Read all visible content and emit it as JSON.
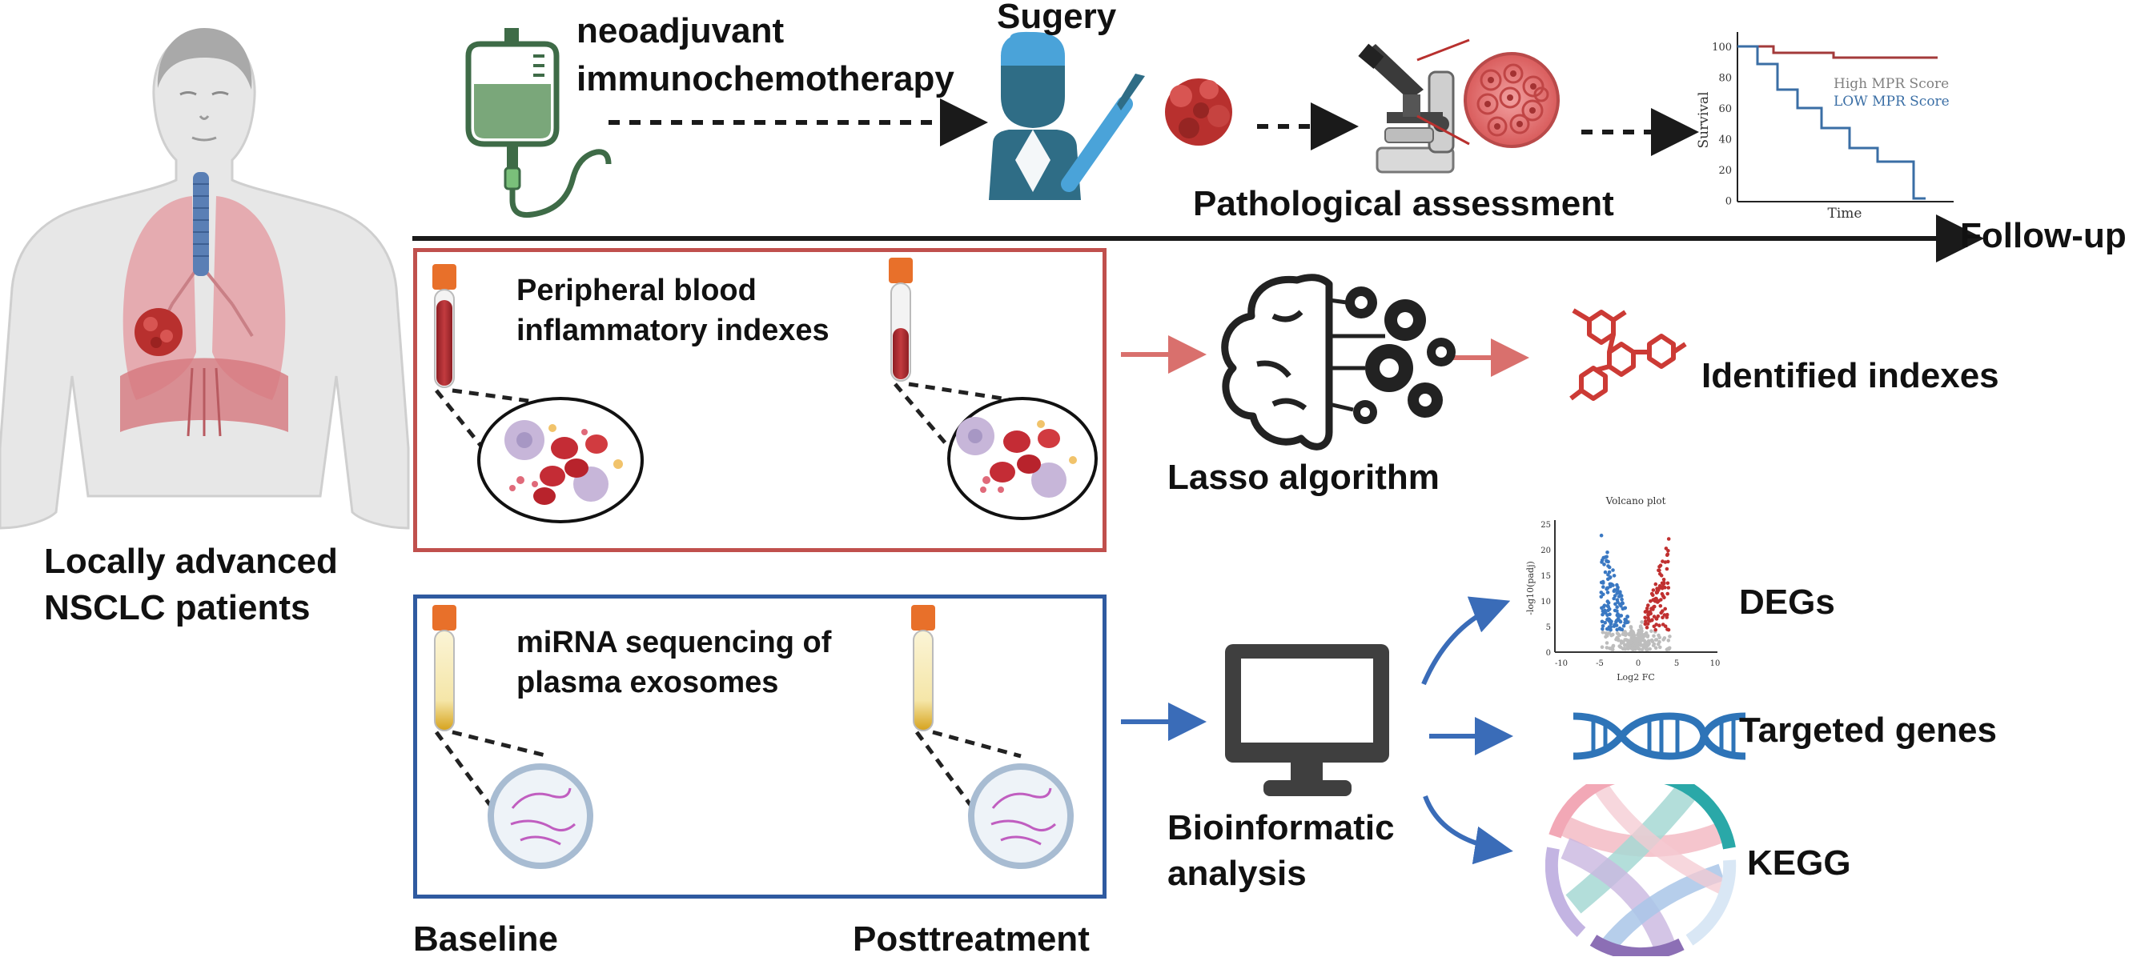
{
  "labels": {
    "patients_line1": "Locally advanced",
    "patients_line2": "NSCLC patients",
    "therapy_line1": "neoadjuvant",
    "therapy_line2": "immunochemotherapy",
    "surgery": "Sugery",
    "pathology": "Pathological assessment",
    "followup": "Follow-up",
    "blood_line1": "Peripheral blood",
    "blood_line2": "inflammatory indexes",
    "lasso": "Lasso algorithm",
    "identified": "Identified indexes",
    "mirna_line1": "miRNA sequencing of",
    "mirna_line2": "plasma exosomes",
    "bioinfo_line1": "Bioinformatic",
    "bioinfo_line2": "analysis",
    "degs": "DEGs",
    "targeted": "Targeted genes",
    "kegg": "KEGG",
    "baseline": "Baseline",
    "posttreatment": "Posttreatment"
  },
  "survival_plot": {
    "ylabel": "Survival",
    "xlabel": "Time",
    "yticks": [
      "100",
      "80",
      "60",
      "40",
      "20",
      "0"
    ],
    "legend_high": "High MPR Score",
    "legend_low": "LOW MPR Score",
    "color_high": "#a33a3a",
    "color_low": "#3a6ea5"
  },
  "volcano_plot": {
    "title": "Volcano plot",
    "xlabel": "Log2 FC",
    "ylabel": "-log10(padj)",
    "xticks": [
      "-10",
      "-5",
      "0",
      "5",
      "10"
    ],
    "yticks": [
      "25",
      "20",
      "15",
      "10",
      "5",
      "0"
    ],
    "color_down": "#3a78c2",
    "color_up": "#c03030",
    "color_ns": "#bdbdbd"
  },
  "colors": {
    "red_box": "#c0504d",
    "blue_box": "#2f5aa0",
    "red_arrow": "#d9706d",
    "blue_arrow": "#3a6cb8",
    "timeline": "#1a1a1a"
  },
  "icons": [
    "human-body-icon",
    "iv-bag-icon",
    "surgeon-icon",
    "tumor-icon",
    "microscope-icon",
    "cells-icon",
    "blood-tube-icon",
    "blood-cells-icon",
    "brain-gears-icon",
    "molecule-icon",
    "plasma-tube-icon",
    "exosome-icon",
    "computer-icon",
    "dna-icon",
    "chord-diagram-icon"
  ]
}
